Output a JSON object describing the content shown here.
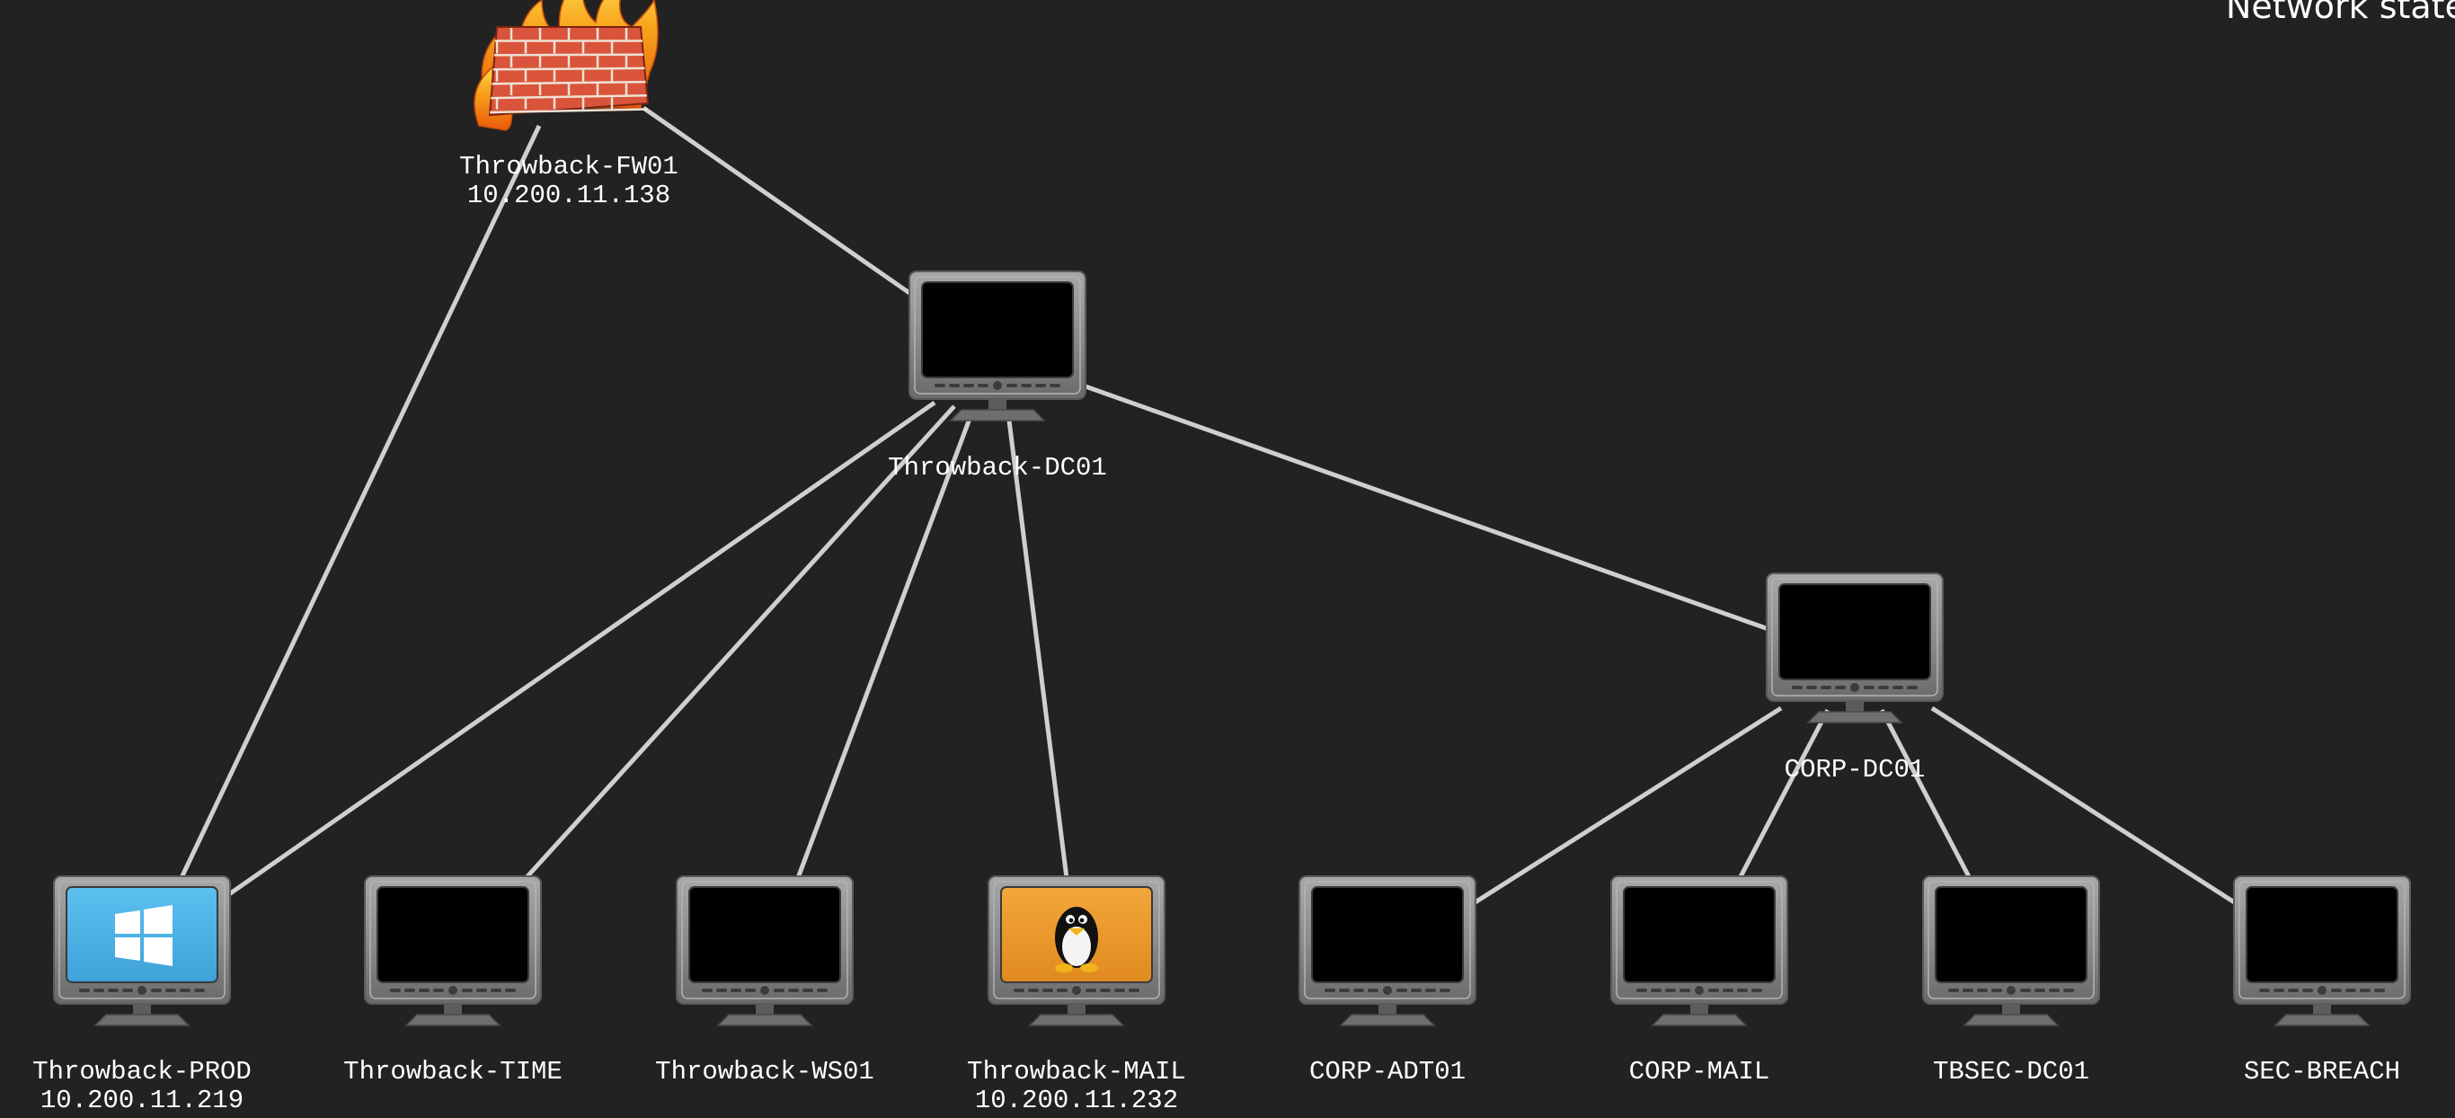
{
  "header": {
    "title": "Network state"
  },
  "nodes": [
    {
      "id": "fw01",
      "name": "Throwback-FW01",
      "ip": "10.200.11.138",
      "icon": "firewall-icon"
    },
    {
      "id": "dc01",
      "name": "Throwback-DC01",
      "ip": "",
      "icon": "monitor-icon"
    },
    {
      "id": "corpdc01",
      "name": "CORP-DC01",
      "ip": "",
      "icon": "monitor-icon"
    },
    {
      "id": "prod",
      "name": "Throwback-PROD",
      "ip": "10.200.11.219",
      "icon": "windows-icon"
    },
    {
      "id": "time",
      "name": "Throwback-TIME",
      "ip": "",
      "icon": "monitor-icon"
    },
    {
      "id": "ws01",
      "name": "Throwback-WS01",
      "ip": "",
      "icon": "monitor-icon"
    },
    {
      "id": "mail",
      "name": "Throwback-MAIL",
      "ip": "10.200.11.232",
      "icon": "linux-icon"
    },
    {
      "id": "corpadt01",
      "name": "CORP-ADT01",
      "ip": "",
      "icon": "monitor-icon"
    },
    {
      "id": "corpmail",
      "name": "CORP-MAIL",
      "ip": "",
      "icon": "monitor-icon"
    },
    {
      "id": "tbsecdc01",
      "name": "TBSEC-DC01",
      "ip": "",
      "icon": "monitor-icon"
    },
    {
      "id": "secbreach",
      "name": "SEC-BREACH",
      "ip": "",
      "icon": "monitor-icon"
    }
  ],
  "edges": [
    [
      "fw01",
      "dc01"
    ],
    [
      "fw01",
      "prod"
    ],
    [
      "dc01",
      "prod"
    ],
    [
      "dc01",
      "time"
    ],
    [
      "dc01",
      "ws01"
    ],
    [
      "dc01",
      "mail"
    ],
    [
      "dc01",
      "corpdc01"
    ],
    [
      "corpdc01",
      "corpadt01"
    ],
    [
      "corpdc01",
      "corpmail"
    ],
    [
      "corpdc01",
      "tbsecdc01"
    ],
    [
      "corpdc01",
      "secbreach"
    ]
  ],
  "colors": {
    "background": "#222222",
    "edge": "#cfcfcf",
    "label": "#ffffff",
    "monitor_frame": "#8a8a8a",
    "screen": "#000000",
    "windows_screen": "#4fb3e8",
    "linux_screen": "#f0a030"
  }
}
